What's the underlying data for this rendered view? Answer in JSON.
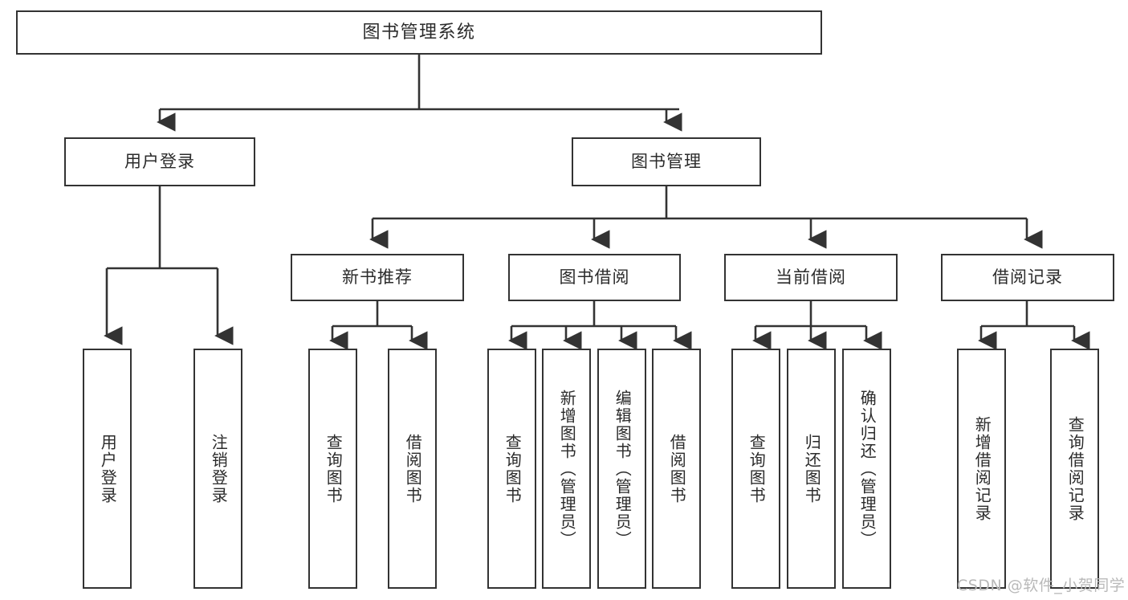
{
  "diagram": {
    "title": "图书管理系统",
    "type": "tree-hierarchy-diagram",
    "colors": {
      "stroke": "#333333",
      "fill": "#ffffff",
      "text": "#2b2b2b",
      "watermark": "#b9b9b9"
    },
    "root": {
      "label": "图书管理系统"
    },
    "level2": [
      {
        "label": "用户登录"
      },
      {
        "label": "图书管理"
      }
    ],
    "level3": [
      {
        "label": "新书推荐"
      },
      {
        "label": "图书借阅"
      },
      {
        "label": "当前借阅"
      },
      {
        "label": "借阅记录"
      }
    ],
    "leaves": {
      "user_login": [
        {
          "label": "用户登录"
        },
        {
          "label": "注销登录"
        }
      ],
      "new_book_recommend": [
        {
          "label": "查询图书"
        },
        {
          "label": "借阅图书"
        }
      ],
      "book_borrow": [
        {
          "label": "查询图书"
        },
        {
          "label": "新增图书（管理员）"
        },
        {
          "label": "编辑图书（管理员）"
        },
        {
          "label": "借阅图书"
        }
      ],
      "current_borrow": [
        {
          "label": "查询图书"
        },
        {
          "label": "归还图书"
        },
        {
          "label": "确认归还（管理员）"
        }
      ],
      "borrow_record": [
        {
          "label": "新增借阅记录"
        },
        {
          "label": "查询借阅记录"
        }
      ]
    }
  },
  "watermark": {
    "text": "CSDN @软件_小贺同学"
  }
}
